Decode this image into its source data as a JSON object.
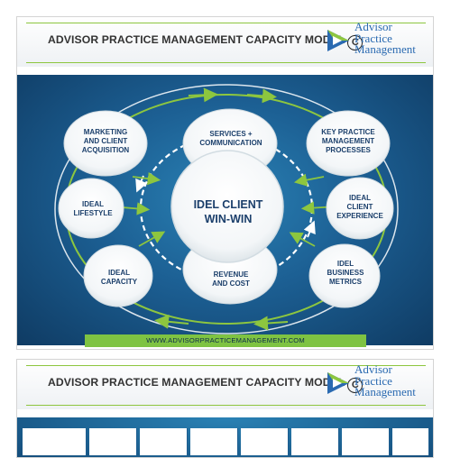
{
  "header": {
    "title": "ADVISOR PRACTICE MANAGEMENT CAPACITY MODEL",
    "copyright_symbol": "C",
    "logo_lines": [
      "Advisor",
      "Practice",
      "Management"
    ]
  },
  "diagram": {
    "center_lines": [
      "IDEL CLIENT",
      "WIN-WIN"
    ],
    "top_inner_lines": [
      "SERVICES +",
      "COMMUNICATION"
    ],
    "bottom_inner_lines": [
      "REVENUE",
      "AND COST"
    ],
    "nodes": {
      "marketing": [
        "MARKETING",
        "AND CLIENT",
        "ACQUISITION"
      ],
      "key_practice": [
        "KEY PRACTICE",
        "MANAGEMENT",
        "PROCESSES"
      ],
      "lifestyle": [
        "IDEAL",
        "LIFESTYLE"
      ],
      "experience": [
        "IDEAL",
        "CLIENT",
        "EXPERIENCE"
      ],
      "capacity": [
        "IDEAL",
        "CAPACITY"
      ],
      "metrics": [
        "IDEL",
        "BUSINESS",
        "METRICS"
      ]
    },
    "footer_url": "WWW.ADVISORPRACTICEMANAGEMENT.COM"
  },
  "colors": {
    "accent_green": "#8dc63f",
    "bg_blue_light": "#2a82b5",
    "bg_blue_dark": "#0f3b63",
    "label_blue": "#1b3f6b",
    "logo_blue": "#2a6ab1"
  }
}
